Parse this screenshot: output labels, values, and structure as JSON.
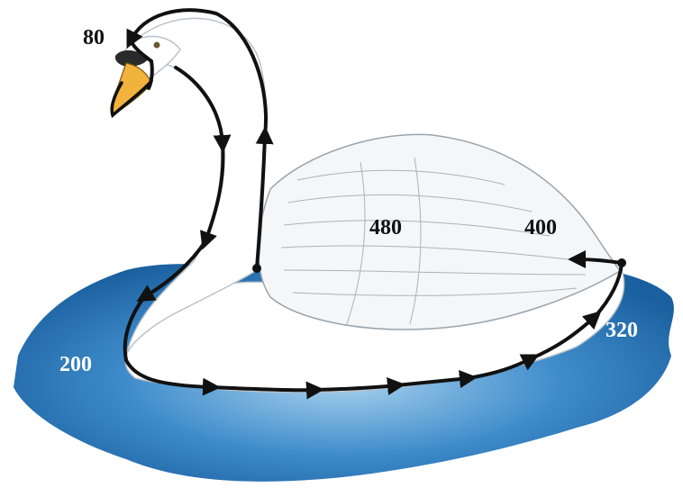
{
  "labels": {
    "top_head": "80",
    "left_chest": "200",
    "wing_center": "480",
    "wing_tail": "400",
    "tail_right": "320"
  },
  "colors": {
    "water": "#1f6fb0",
    "water_light": "#8fc3e6",
    "swan": "#ffffff",
    "swan_shadow": "#d8dde2",
    "beak": "#f2b33d",
    "path": "#111111"
  }
}
